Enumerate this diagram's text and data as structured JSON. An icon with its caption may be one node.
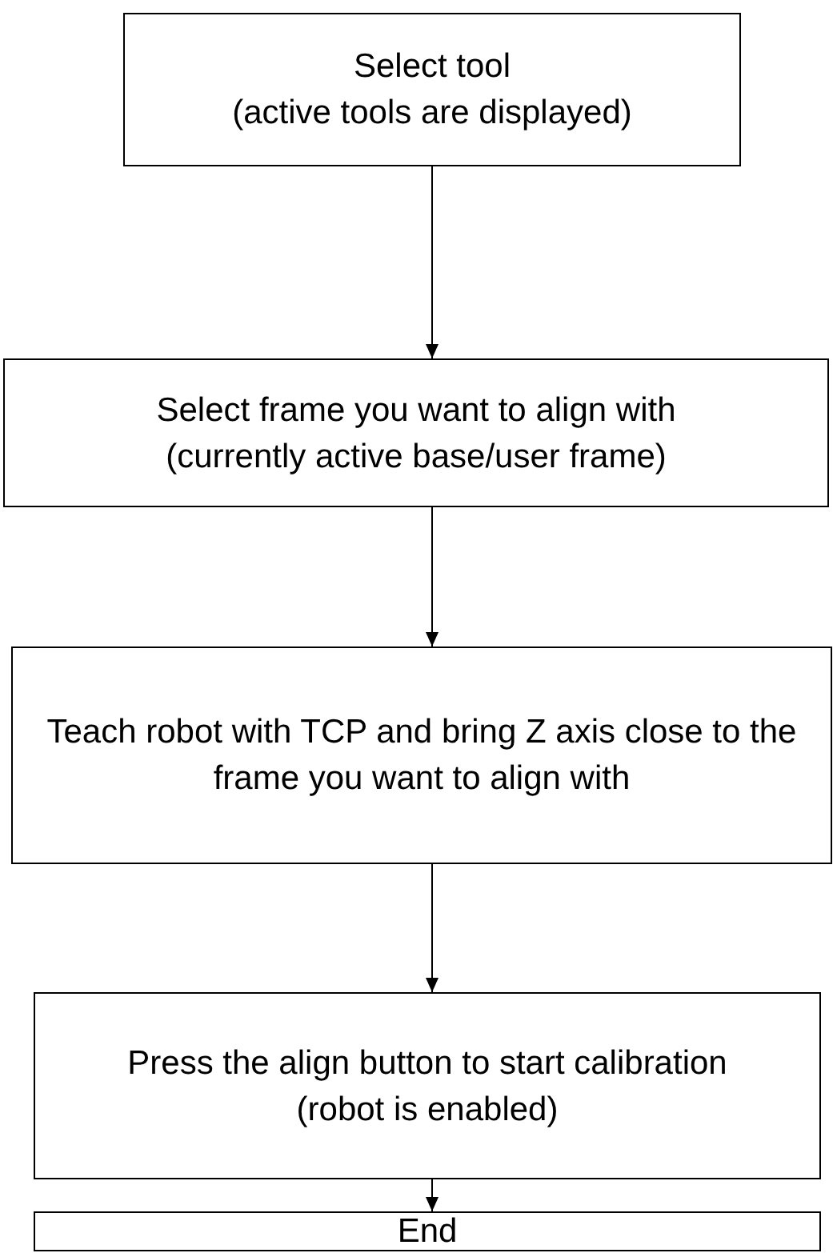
{
  "diagram": {
    "nodes": [
      {
        "text": [
          "Select tool",
          "(active tools are displayed)"
        ]
      },
      {
        "text": [
          "Select frame you want to align with",
          "(currently active base/user frame)"
        ]
      },
      {
        "text": [
          "Teach robot with TCP and bring Z axis close to the frame you want to align with"
        ]
      },
      {
        "text": [
          "Press the align button to start calibration",
          "(robot is enabled)"
        ]
      },
      {
        "text": [
          "End"
        ]
      }
    ],
    "edges": [
      {
        "from": 0,
        "to": 1,
        "arrow": "to"
      },
      {
        "from": 1,
        "to": 2,
        "arrow": "to"
      },
      {
        "from": 2,
        "to": 3,
        "arrow": "to"
      },
      {
        "from": 3,
        "to": 4,
        "arrow": "to"
      }
    ]
  }
}
